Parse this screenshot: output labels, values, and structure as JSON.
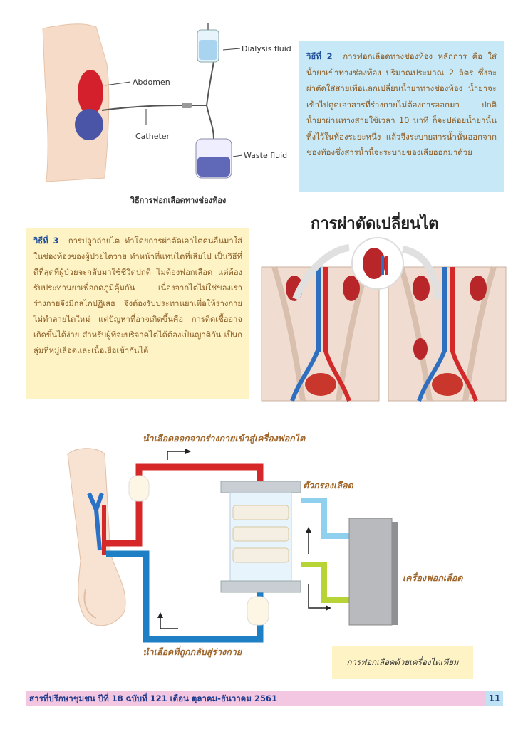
{
  "peritoneal": {
    "labels": {
      "abdomen": "Abdomen",
      "catheter": "Catheter",
      "dialysis_fluid": "Dialysis fluid",
      "waste_fluid": "Waste fluid"
    },
    "caption": "วิธีการฟอกเลือดทางช่องท้อง",
    "method_label": "วิธีที่ 2",
    "method_text": "การฟอกเลือดทางช่องท้อง หลักการ คือ ใส่น้ำยาเข้าทางช่องท้อง ปริมาณประมาณ 2 ลิตร ซึ่งจะผ่าตัดใส่สายเพื่อแลกเปลี่ยนน้ำยาทางช่องท้อง น้ำยาจะเข้าไปดูดเอาสารที่ร่างกายไม่ต้องการออกมา ปกติน้ำยาผ่านทางสายใช้เวลา 10 นาที ก็จะปล่อยน้ำยานั้นทิ้งไว้ในท้องระยะหนึ่ง แล้วจึงระบายสารน้ำนั้นออกจากช่องท้องซึ่งสารน้ำนี้จะระบายของเสียออกมาด้วย"
  },
  "transplant": {
    "title": "การผ่าตัดเปลี่ยนไต",
    "method_label": "วิธีที่ 3",
    "method_text": "การปลูกถ่ายไต ทำโดยการผ่าตัดเอาไตคนอื่นมาใส่ในช่องท้องของผู้ป่วยไตวาย ทำหน้าที่แทนไตที่เสียไป เป็นวิธีที่ดีที่สุดที่ผู้ป่วยจะกลับมาใช้ชีวิตปกติ ไม่ต้องฟอกเลือด แต่ต้องรับประทานยาเพื่อกดภูมิคุ้มกัน เนื่องจากไตไม่ใช่ของเราร่างกายจึงมีกลไกปฏิเสธ จึงต้องรับประทานยาเพื่อให้ร่างกายไม่ทำลายไตใหม่ แต่ปัญหาที่อาจเกิดขึ้นคือ การติดเชื้ออาจเกิดขึ้นได้ง่าย สำหรับผู้ที่จะบริจาคไตได้ต้องเป็นญาติกัน เป็นกลุ่มที่หมู่เลือดและเนื้อเยื่อเข้ากันได้"
  },
  "hemodialysis": {
    "label_out": "นำเลือดออกจากร่างกายเข้าสู่เครื่องฟอกไต",
    "label_filter": "ตัวกรองเลือด",
    "label_machine": "เครื่องฟอกเลือด",
    "label_return": "นำเลือดที่ถูกกลับสู่ร่างกาย",
    "caption": "การฟอกเลือดด้วยเครื่องไตเทียม"
  },
  "footer": {
    "text": "สารที่ปรึกษาชุมชน ปีที่ 18 ฉบับที่ 121 เดือน ตุลาคม-ธันวาคม 2561",
    "page_number": "11"
  },
  "colors": {
    "blue_box": "#c7e8f6",
    "yellow_box": "#fdf3c4",
    "footer_pink": "#f3c6e1",
    "blood_red": "#d62828",
    "blood_blue": "#1f7fc4",
    "label_brown": "#a0652a"
  }
}
